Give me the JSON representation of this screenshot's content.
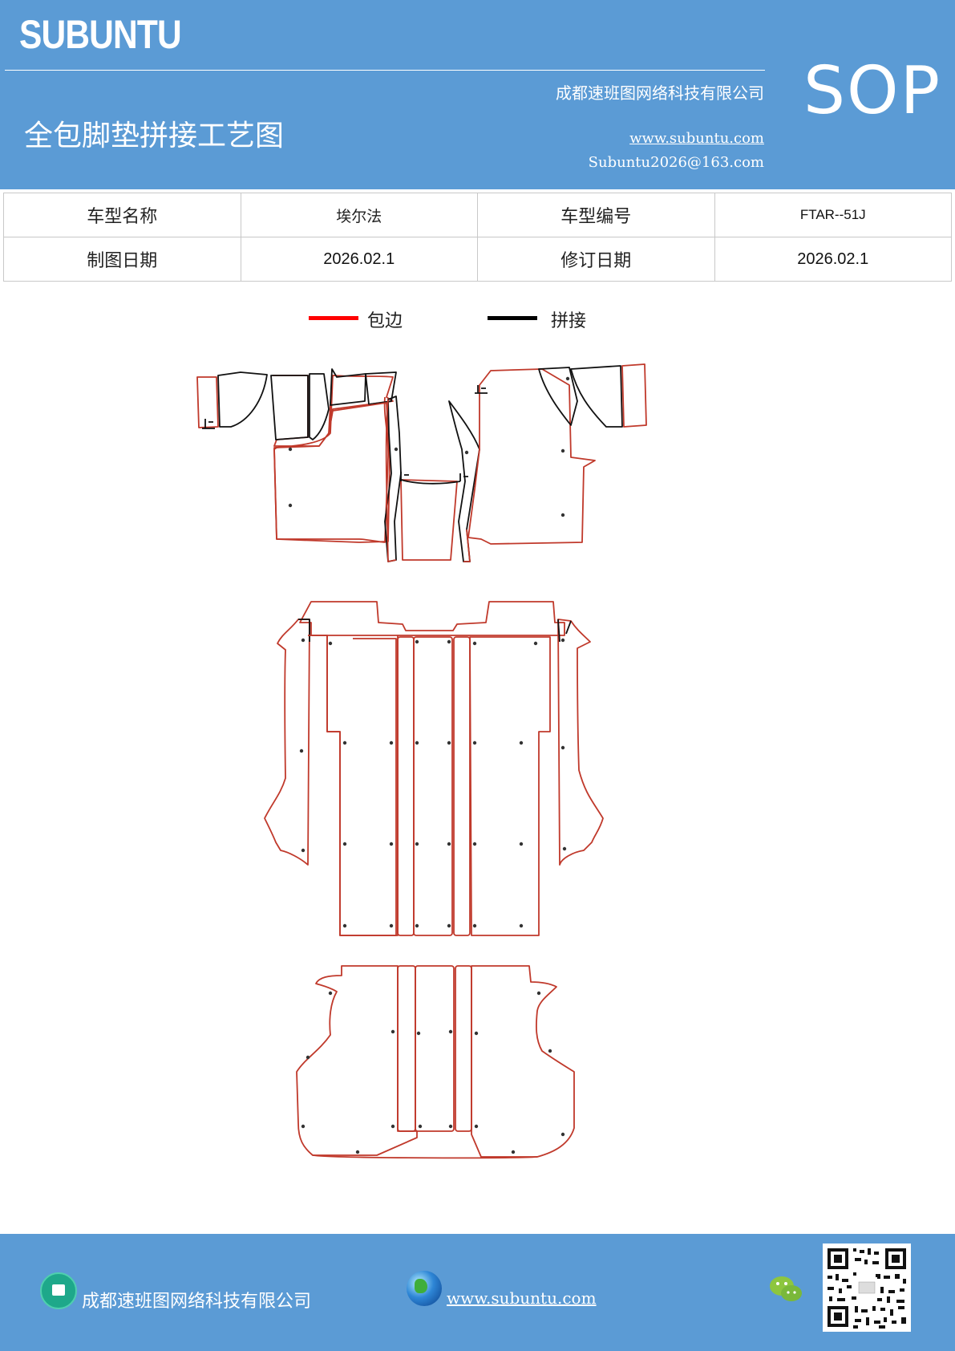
{
  "header": {
    "logo": "SUBUNTU",
    "company": "成都速班图网络科技有限公司",
    "title": "全包脚垫拼接工艺图",
    "website": "www.subuntu.com",
    "email": "Subuntu2026@163.com",
    "badge": "SOP"
  },
  "info_table": {
    "model_name_label": "车型名称",
    "model_name_value": "埃尔法",
    "model_code_label": "车型编号",
    "model_code_value": "FTAR--51J",
    "draw_date_label": "制图日期",
    "draw_date_value": "2026.02.1",
    "revise_date_label": "修订日期",
    "revise_date_value": "2026.02.1"
  },
  "legend": {
    "items": [
      {
        "label": "包边",
        "color": "#ff0000"
      },
      {
        "label": "拼接",
        "color": "#000000"
      }
    ]
  },
  "colors": {
    "brand_blue": "#5b9bd5",
    "edge_red": "#c0392b",
    "seam_black": "#111111"
  },
  "footer": {
    "company": "成都速班图网络科技有限公司",
    "website": "www.subuntu.com ",
    "icons": [
      "building-icon",
      "globe-icon",
      "wechat-icon",
      "qr-code"
    ]
  }
}
